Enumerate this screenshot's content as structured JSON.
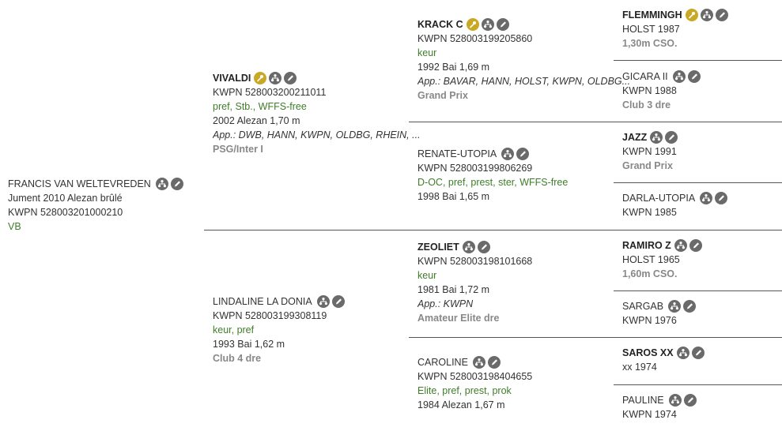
{
  "subject": {
    "name": "FRANCIS VAN WELTEVREDEN",
    "line1": "Jument 2010 Alezan brûlé",
    "line2": "KWPN 528003201000210",
    "line3": "VB"
  },
  "sire": {
    "name": "VIVALDI",
    "reg": "KWPN 528003200211011",
    "status_prefix": "pref, Stb., ",
    "status_green": "WFFS-free",
    "birth": "2002 Alezan 1,70 m",
    "approved": "App.: DWB, HANN, KWPN, OLDBG, RHEIN, ...",
    "level": "PSG/Inter I"
  },
  "dam": {
    "name": "LINDALINE LA DONIA",
    "reg": "KWPN 528003199308119",
    "status": "keur, pref",
    "birth": "1993 Bai 1,62 m",
    "level": "Club 4 dre"
  },
  "ss": {
    "name": "KRACK C",
    "reg": "KWPN 528003199205860",
    "status": "keur",
    "birth": "1992 Bai 1,69 m",
    "approved": "App.: BAVAR, HANN, HOLST, KWPN, OLDBG...",
    "level": "Grand Prix"
  },
  "sd": {
    "name": "RENATE-UTOPIA",
    "reg": "KWPN 528003199806269",
    "status": "D-OC, pref, prest, ster, WFFS-free",
    "birth": "1998 Bai 1,65 m"
  },
  "ds": {
    "name": "ZEOLIET",
    "reg": "KWPN 528003198101668",
    "status": "keur",
    "birth": "1981 Bai 1,72 m",
    "approved": "App.: KWPN",
    "level": "Amateur Elite dre"
  },
  "dd": {
    "name": "CAROLINE",
    "reg": "KWPN 528003198404655",
    "status": "Elite, pref, prest, prok",
    "birth": "1984 Alezan 1,67 m"
  },
  "sss": {
    "name": "FLEMMINGH",
    "reg": "HOLST 1987",
    "level": "1,30m CSO."
  },
  "ssd": {
    "name": "GICARA II",
    "reg": "KWPN 1988",
    "level": "Club 3 dre"
  },
  "sds": {
    "name": "JAZZ",
    "reg": "KWPN 1991",
    "level": "Grand Prix"
  },
  "sdd": {
    "name": "DARLA-UTOPIA",
    "reg": "KWPN 1985"
  },
  "dss": {
    "name": "RAMIRO Z",
    "reg": "HOLST 1965",
    "level": "1,60m CSO."
  },
  "dsd": {
    "name": "SARGAB",
    "reg": "KWPN 1976"
  },
  "dds": {
    "name": "SAROS XX",
    "reg": "xx 1974"
  },
  "ddd": {
    "name": "PAULINE",
    "reg": "KWPN 1974"
  },
  "icons": {
    "star": "stallion-approved-icon",
    "pedigree": "pedigree-icon",
    "edit": "edit-pencil-icon"
  },
  "colors": {
    "green": "#3f7d2a",
    "gold": "#c9a824",
    "gray_icon": "#6a6a6a",
    "level": "#888888"
  }
}
